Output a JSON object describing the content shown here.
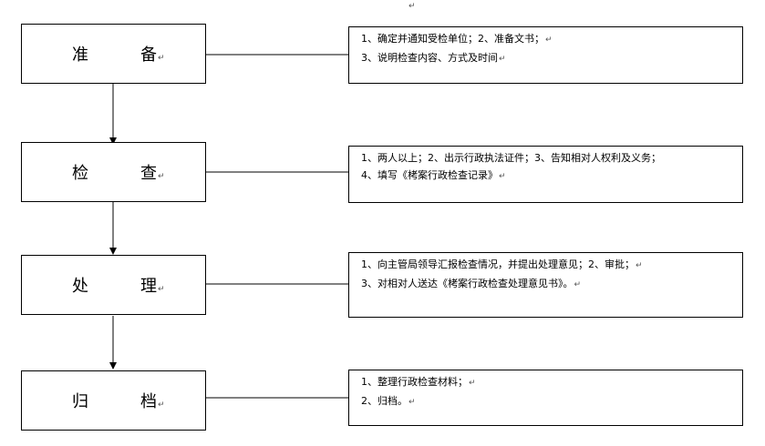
{
  "top_mark": "↵",
  "return_mark": "↵",
  "steps": [
    {
      "label_a": "准",
      "label_b": "备",
      "notes": [
        "1、确定并通知受检单位；2、准备文书；",
        "3、说明检查内容、方式及时间"
      ]
    },
    {
      "label_a": "检",
      "label_b": "查",
      "notes": [
        "1、两人以上；2、出示行政执法证件；3、告知相对人权利及义务；",
        "4、填写《栲案行政检查记录》"
      ]
    },
    {
      "label_a": "处",
      "label_b": "理",
      "notes": [
        "1、向主管局领导汇报检查情况，并提出处理意见；2、审批；",
        "3、对相对人送达《栲案行政检查处理意见书》。"
      ]
    },
    {
      "label_a": "归",
      "label_b": "档",
      "notes": [
        "1、整理行政检查材料；",
        "2、归档。"
      ]
    }
  ]
}
